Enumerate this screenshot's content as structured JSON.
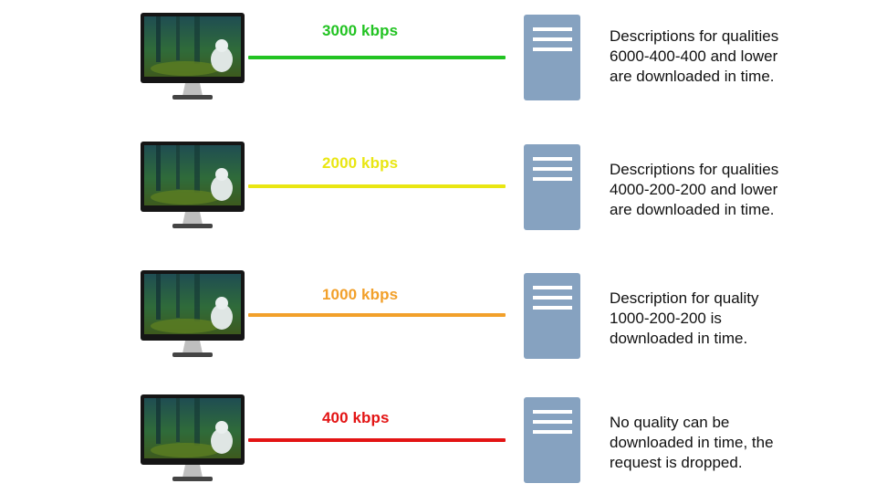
{
  "rows": [
    {
      "speed": "3000 kbps",
      "color": "#22c322",
      "desc": [
        "Descriptions for qualities",
        "6000-400-400 and lower",
        "are downloaded in time."
      ]
    },
    {
      "speed": "2000 kbps",
      "color": "#e9e612",
      "desc": [
        "Descriptions for qualities",
        "4000-200-200 and lower",
        "are downloaded in time."
      ]
    },
    {
      "speed": "1000 kbps",
      "color": "#f2a02a",
      "desc": [
        "Description for quality",
        "1000-200-200 is",
        "downloaded in time."
      ]
    },
    {
      "speed": "400 kbps",
      "color": "#e31414",
      "desc": [
        "No quality can be",
        "downloaded in time, the",
        "request is dropped."
      ]
    }
  ],
  "icons": {
    "client": "monitor-icon",
    "server": "server-icon"
  }
}
